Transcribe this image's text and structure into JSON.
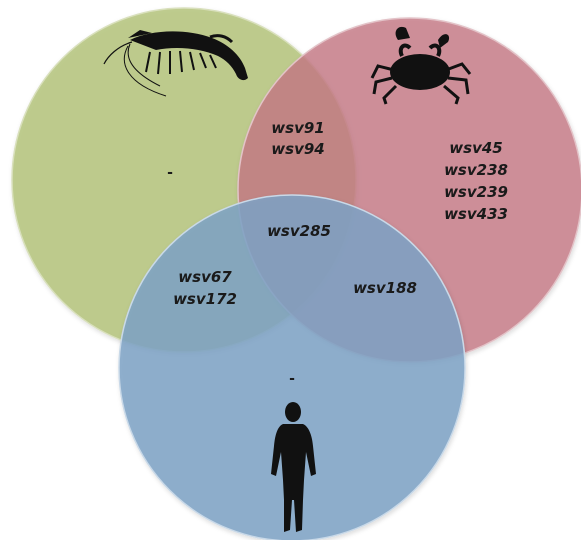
{
  "sets": [
    {
      "id": "shrimp",
      "icon": "shrimp-icon",
      "color": "#b8c882"
    },
    {
      "id": "crab",
      "icon": "crab-icon",
      "color": "#c8808a"
    },
    {
      "id": "human",
      "icon": "human-silhouette-icon",
      "color": "#8aabc9"
    }
  ],
  "regions": {
    "shrimp_only": [
      "-"
    ],
    "shrimp_crab": [
      "wsv91",
      "wsv94"
    ],
    "crab_only": [
      "wsv45",
      "wsv238",
      "wsv239",
      "wsv433"
    ],
    "all_three": [
      "wsv285"
    ],
    "shrimp_human": [
      "wsv67",
      "wsv172"
    ],
    "crab_human": [
      "wsv188"
    ],
    "human_only": [
      "-"
    ]
  }
}
